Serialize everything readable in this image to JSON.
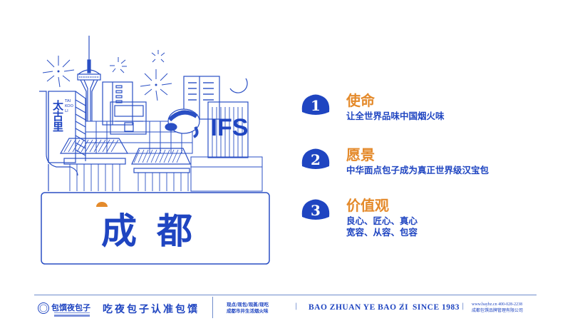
{
  "illustration": {
    "landmark_taikooli": {
      "cn": "太古里",
      "en_lines": [
        "TAI",
        "KOO",
        "LI"
      ]
    },
    "landmark_ifs": "IFS",
    "city_name": "成都"
  },
  "items": [
    {
      "number": "1",
      "title": "使命",
      "desc_lines": [
        "让全世界品味中国烟火味"
      ]
    },
    {
      "number": "2",
      "title": "愿景",
      "desc_lines": [
        "中华面点包子成为真正世界级汉宝包"
      ]
    },
    {
      "number": "3",
      "title": "价值观",
      "desc_lines": [
        "良心、匠心、真心",
        "宽容、从容、包容"
      ]
    }
  ],
  "footer": {
    "brand_name": "包馔夜包子",
    "slogan": "吃夜包子认准包馔",
    "tagline_lines": [
      "现点/现包/现蒸/现吃",
      "成都市井生活烟火味"
    ],
    "brand_en": "BAO ZHUAN YE BAO ZI",
    "since": "SINCE 1983",
    "contact_lines": [
      "www.baybz.cn 400-028-2238",
      "成都包馔品牌管理有限公司"
    ],
    "separator": "|"
  },
  "colors": {
    "primary_blue": "#1f45c1",
    "accent_orange": "#e48a2b",
    "line_blue": "#6f8ccc",
    "background": "#ffffff"
  }
}
